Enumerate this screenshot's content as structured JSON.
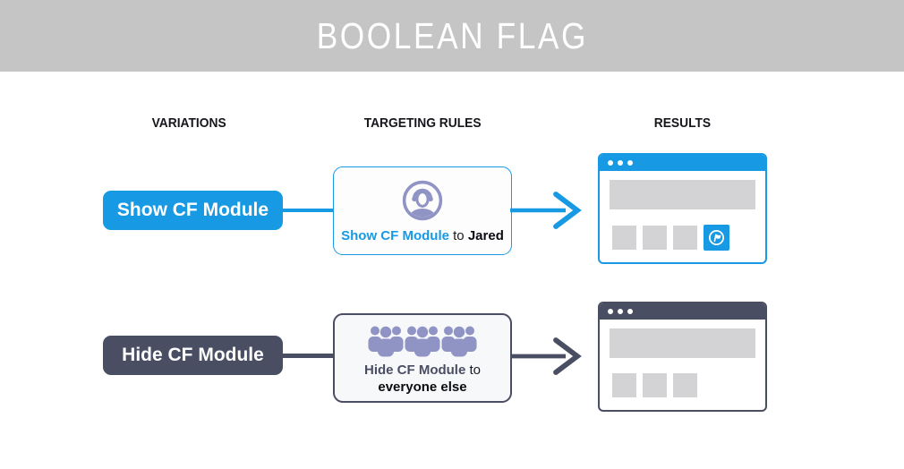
{
  "header": {
    "title": "BOOLEAN FLAG"
  },
  "columns": {
    "variations": "VARIATIONS",
    "targeting_rules": "TARGETING RULES",
    "results": "RESULTS"
  },
  "colors": {
    "blue": "#1799E4",
    "slate": "#4A4E63",
    "purple": "#9094C5",
    "band": "#C5C5C5",
    "placeholder": "#D3D3D5",
    "box_light": "#FDFDFE",
    "box_gray": "#F7F8FA"
  },
  "rows": [
    {
      "variation": "Show CF Module",
      "rule": {
        "flag": "Show CF Module",
        "connector": "to",
        "audience": "Jared",
        "icon": "single-user-icon"
      },
      "result": {
        "cf_module_visible": true,
        "placeholder_squares": 3
      }
    },
    {
      "variation": "Hide CF Module",
      "rule": {
        "flag": "Hide CF Module",
        "connector": "to",
        "audience": "everyone else",
        "icon": "crowd-icon"
      },
      "result": {
        "cf_module_visible": false,
        "placeholder_squares": 3
      }
    }
  ]
}
